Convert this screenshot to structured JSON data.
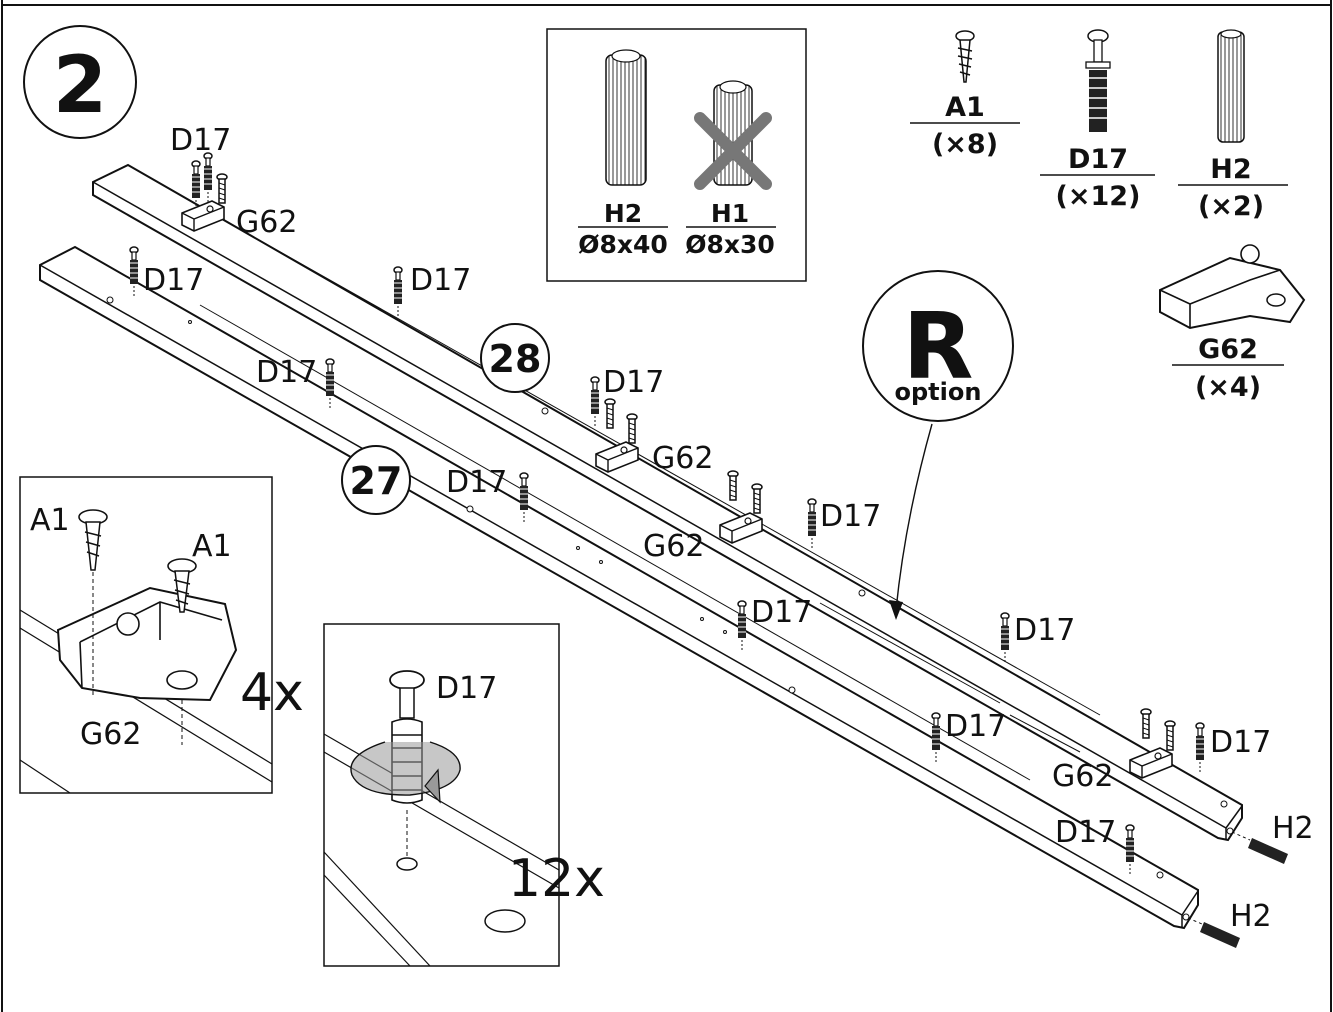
{
  "step": {
    "number": "2"
  },
  "callouts": {
    "part_28": "28",
    "part_27": "27",
    "option_letter": "R",
    "option_word": "option"
  },
  "dowel_box": {
    "correct": {
      "code": "H2",
      "size": "Ø8x40"
    },
    "wrong": {
      "code": "H1",
      "size": "Ø8x30"
    }
  },
  "parts_legend": [
    {
      "code": "A1",
      "qty": "(×8)"
    },
    {
      "code": "D17",
      "qty": "(×12)"
    },
    {
      "code": "H2",
      "qty": "(×2)"
    },
    {
      "code": "G62",
      "qty": "(×4)"
    }
  ],
  "labels": {
    "d17": "D17",
    "g62": "G62",
    "h2": "H2",
    "a1": "A1"
  },
  "detail_g62": {
    "multiplier": "4x"
  },
  "detail_d17": {
    "multiplier": "12x"
  },
  "colors": {
    "line": "#111111",
    "muted": "#777777",
    "arrow": "#999999"
  }
}
